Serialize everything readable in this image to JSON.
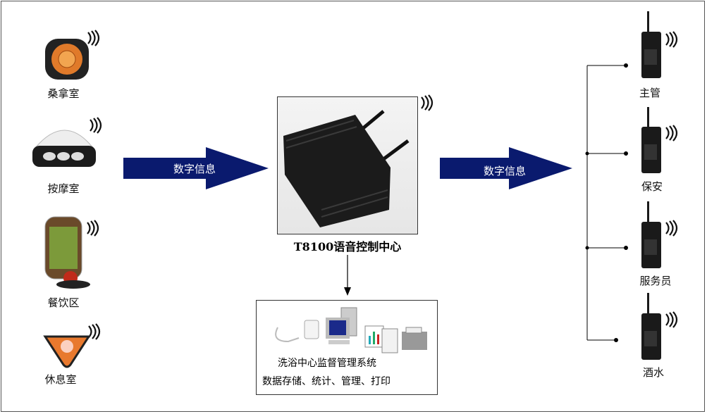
{
  "left_rooms": [
    {
      "label": "桑拿室"
    },
    {
      "label": "按摩室"
    },
    {
      "label": "餐饮区"
    },
    {
      "label": "休息室"
    }
  ],
  "arrows": {
    "left": "数字信息",
    "right": "数字信息"
  },
  "hub": {
    "title": "T8100语音控制中心"
  },
  "system": {
    "name": "洗浴中心监督管理系统",
    "functions": "数据存储、统计、管理、打印"
  },
  "receivers": [
    {
      "label": "主管"
    },
    {
      "label": "保安"
    },
    {
      "label": "服务员"
    },
    {
      "label": "酒水"
    }
  ],
  "colors": {
    "arrow": "#0a1a6e",
    "line": "#000000"
  }
}
